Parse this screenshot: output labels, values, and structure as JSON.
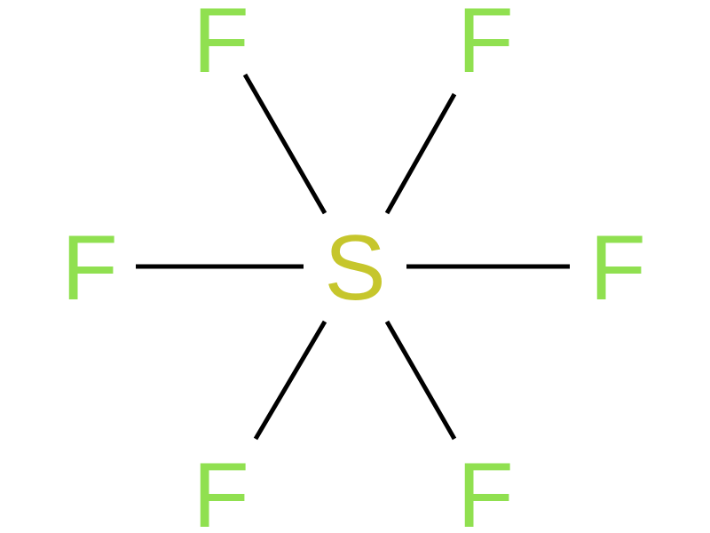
{
  "molecule": {
    "center_atom": {
      "symbol": "S",
      "color": "#C6C62C"
    },
    "ligands": [
      {
        "symbol": "F",
        "color": "#90E050"
      },
      {
        "symbol": "F",
        "color": "#90E050"
      },
      {
        "symbol": "F",
        "color": "#90E050"
      },
      {
        "symbol": "F",
        "color": "#90E050"
      },
      {
        "symbol": "F",
        "color": "#90E050"
      },
      {
        "symbol": "F",
        "color": "#90E050"
      }
    ],
    "bond_color": "#000000"
  }
}
